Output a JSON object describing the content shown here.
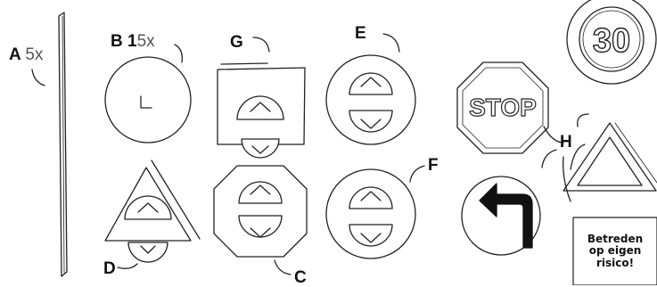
{
  "labels": {
    "a": {
      "letter": "A",
      "qty": "5x"
    },
    "b": {
      "letter": "B",
      "qty_prefix": "1",
      "qty_suffix": "5x"
    },
    "c": {
      "letter": "C"
    },
    "d": {
      "letter": "D"
    },
    "e": {
      "letter": "E"
    },
    "f": {
      "letter": "F"
    },
    "g": {
      "letter": "G"
    },
    "h": {
      "letter": "H"
    }
  },
  "signs": {
    "stop_text": "STOP",
    "speed_limit": "30",
    "warning_line1": "Betreden",
    "warning_line2": "op eigen",
    "warning_line3": "risico!"
  },
  "colors": {
    "line": "#222222",
    "arrow": "#111111"
  }
}
